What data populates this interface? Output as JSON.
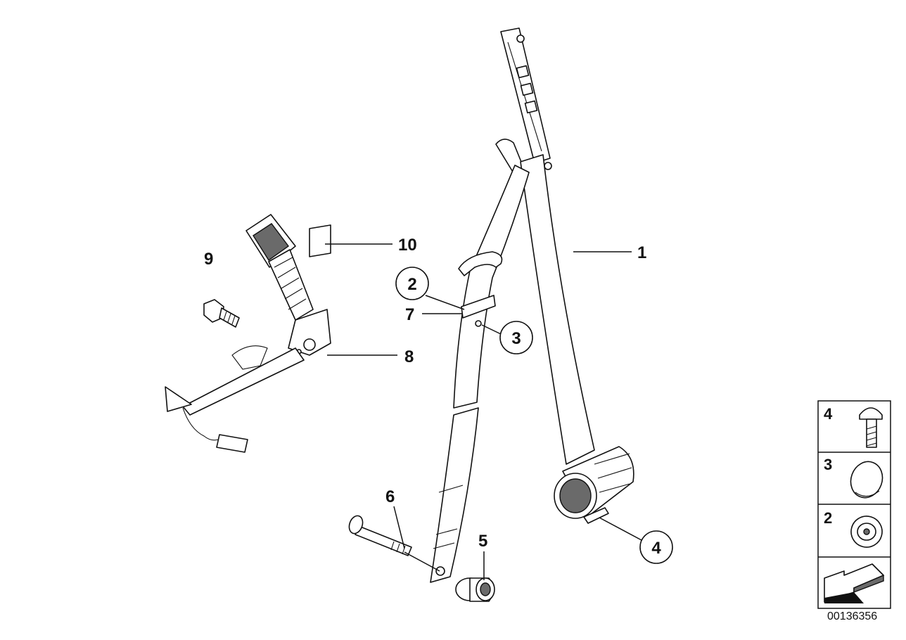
{
  "diagram": {
    "reference_number": "00136356",
    "callouts": {
      "c1": "1",
      "c2": "2",
      "c3": "3",
      "c4": "4",
      "c5": "5",
      "c6": "6",
      "c7": "7",
      "c8": "8",
      "c9": "9",
      "c10": "10"
    },
    "legend": {
      "row_4": "4",
      "row_3": "3",
      "row_2": "2"
    }
  }
}
